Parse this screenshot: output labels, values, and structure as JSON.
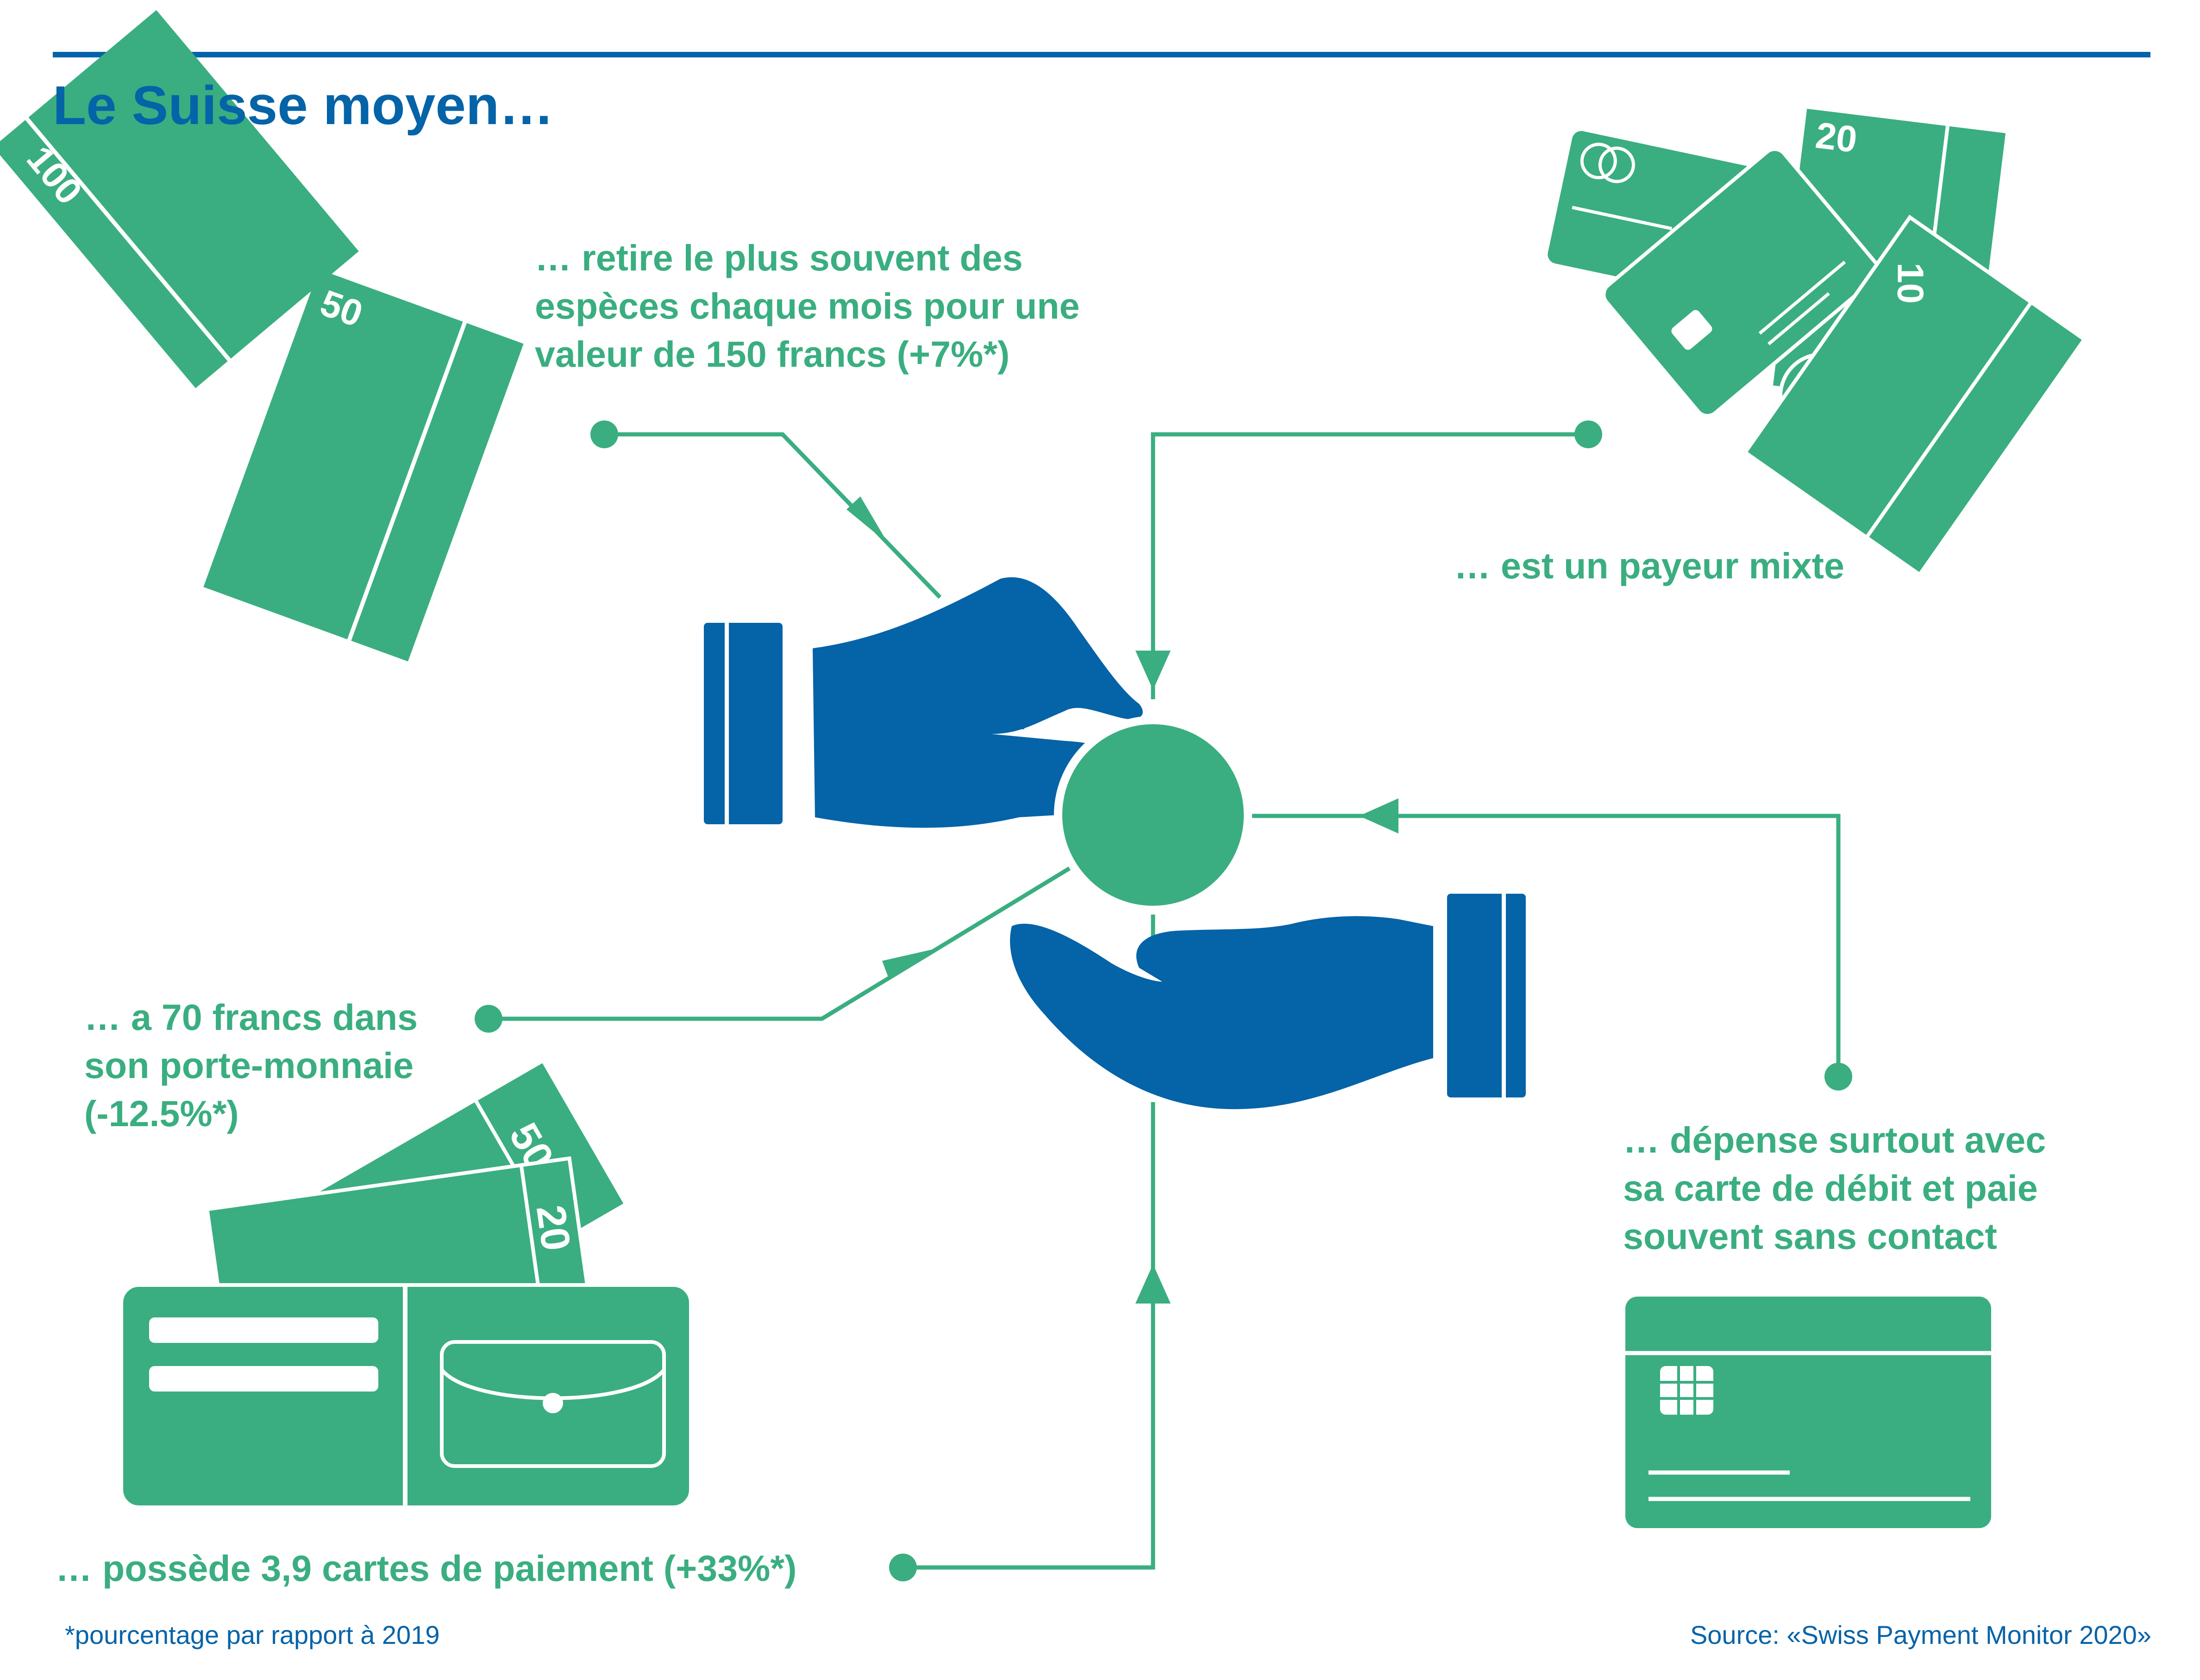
{
  "title": "Le Suisse moyen…",
  "statements": {
    "withdraw": "… retire le plus souvent des\nespèces chaque mois pour une\nvaleur de 150 francs (+7%*)",
    "mixed_payer": "… est un payeur mixte",
    "wallet_cash": "… a 70 francs dans\nson porte-monnaie\n(-12.5%*)",
    "debit_card": "… dépense surtout avec\nsa carte de débit et paie\nsouvent sans contact",
    "cards_owned": "… possède 3,9 cartes de paiement (+33%*)"
  },
  "banknotes": {
    "top_left": [
      "100",
      "50"
    ],
    "top_right": [
      "20",
      "10"
    ],
    "wallet": [
      "50",
      "20"
    ]
  },
  "footnote": "*pourcentage par rapport à 2019",
  "source": "Source: «Swiss Payment Monitor 2020»",
  "colors": {
    "green": "#3aae80",
    "blue": "#0563a8",
    "white": "#ffffff"
  },
  "icons": [
    "banknote-icon",
    "credit-card-icon",
    "coin-icon",
    "hand-giving-icon",
    "hand-receiving-icon",
    "wallet-icon",
    "chip-icon"
  ]
}
